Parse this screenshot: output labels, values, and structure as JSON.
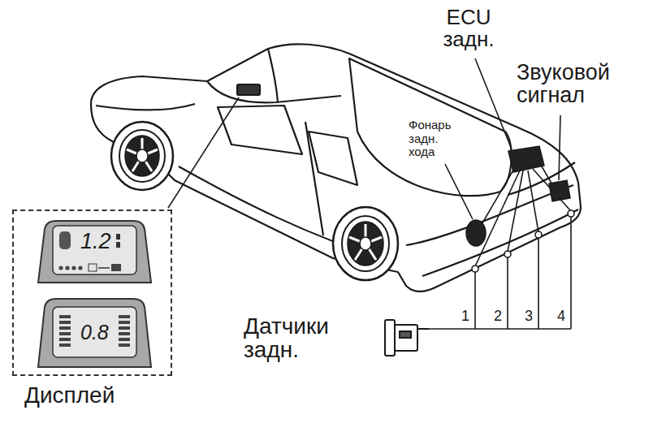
{
  "diagram": {
    "nodes": [
      {
        "text": [
          "Дисплей"
        ]
      },
      {
        "text": [
          "1.2"
        ],
        "in": 0
      },
      {
        "text": [
          "0.8"
        ],
        "in": 0
      }
    ],
    "labels": [
      "ECU задн.",
      "Звуковой сигнал",
      "Фонарь задн. хода",
      "Датчики задн.",
      "1",
      "2",
      "3",
      "4"
    ]
  }
}
